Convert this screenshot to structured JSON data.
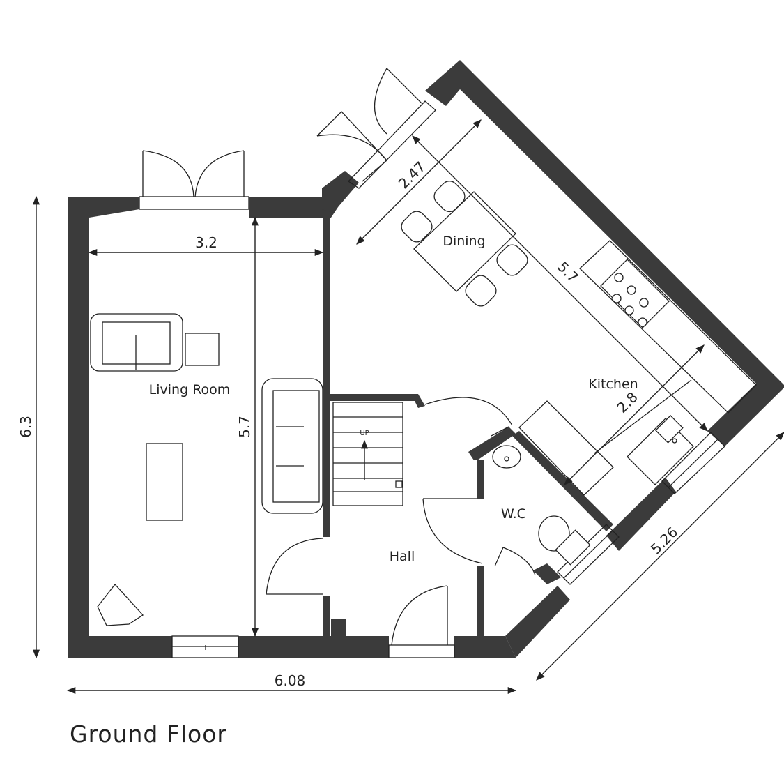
{
  "title": "Ground Floor",
  "rooms": {
    "living": "Living Room",
    "dining": "Dining",
    "kitchen": "Kitchen",
    "hall": "Hall",
    "wc": "W.C"
  },
  "stairs_label": "UP",
  "dimensions": {
    "overall_width": "6.08",
    "overall_depth": "6.3",
    "diagonal": "5.26",
    "living_width": "3.2",
    "living_length": "5.7",
    "dining_width": "2.47",
    "kitchen_length": "5.7",
    "kitchen_width": "2.8"
  },
  "colors": {
    "wall": "#3b3b3b",
    "line": "#222222"
  }
}
